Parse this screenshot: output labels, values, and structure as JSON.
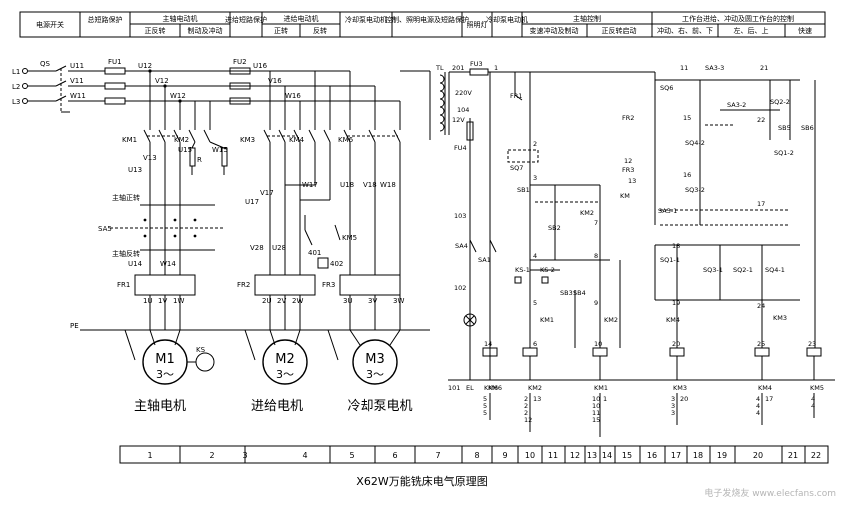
{
  "header_cells": [
    "电源开关",
    "总短路保护",
    "主轴电动机",
    "进给短路保护",
    "进给电动机",
    "冷却泵电动机",
    "控制、照明电源及短路保护",
    "照明灯",
    "冷却泵电动机",
    "主轴控制",
    "工作台进给、冲动及圆工作台的控制"
  ],
  "header_sub": [
    "正反转",
    "制动及冲动",
    "正转",
    "反转",
    "变速冲动及制动",
    "正反转启动",
    "冲动、右、前、下",
    "左、后、上",
    "快速"
  ],
  "lines": [
    "L1",
    "L2",
    "L3"
  ],
  "wire_labels": [
    "QS",
    "U11",
    "V11",
    "W11",
    "FU1",
    "U12",
    "V12",
    "W12",
    "FU2",
    "U16",
    "V16",
    "W16",
    "KM1",
    "KM2",
    "U13",
    "V13",
    "U15",
    "W15",
    "R",
    "KM3",
    "KM4",
    "KM6",
    "V17",
    "W17",
    "U17",
    "U18",
    "V18",
    "W18",
    "401",
    "402",
    "KM5",
    "主轴正转",
    "主轴反转",
    "SA5",
    "U14",
    "W14",
    "FR1",
    "1U",
    "1V",
    "1W",
    "FR2",
    "2U",
    "2V",
    "2W",
    "FR3",
    "3U",
    "3V",
    "3W",
    "V28",
    "U28",
    "PE",
    "KS"
  ],
  "motors": [
    {
      "id": "M1",
      "phase": "3～",
      "label": "主轴电机"
    },
    {
      "id": "M2",
      "phase": "3～",
      "label": "进给电机"
    },
    {
      "id": "M3",
      "phase": "3～",
      "label": "冷却泵电机"
    }
  ],
  "control_labels": [
    "TL",
    "201",
    "FU3",
    "1",
    "220V",
    "104",
    "12V",
    "FU4",
    "103",
    "102",
    "101",
    "EL",
    "SA4",
    "SA1",
    "FR1",
    "2",
    "SQ7",
    "3",
    "SB1",
    "SB2",
    "KM2",
    "7",
    "4",
    "KS-1",
    "KS-2",
    "5",
    "6",
    "SB3",
    "SB4",
    "8",
    "9",
    "KM1",
    "KM2",
    "10",
    "14",
    "FR2",
    "FR3",
    "12",
    "13",
    "11",
    "SA3-3",
    "21",
    "SQ6",
    "SA3-2",
    "SQ2-2",
    "15",
    "SQ4-2",
    "16",
    "SQ3-2",
    "22",
    "SB5",
    "SB6",
    "SQ1-2",
    "17",
    "SA3-1",
    "18",
    "SQ1-1",
    "SQ3-1",
    "SQ2-1",
    "SQ4-1",
    "19",
    "24",
    "KM4",
    "KM3",
    "20",
    "25",
    "23",
    "KM",
    "KM6",
    "KM5"
  ],
  "coils": [
    "KM6",
    "KM2",
    "KM1",
    "KM3",
    "KM4",
    "KM5"
  ],
  "contact_refs": [
    [
      "5",
      "5",
      "5"
    ],
    [
      "2",
      "2",
      "2",
      "12",
      "13"
    ],
    [
      "10",
      "10",
      "11",
      "15",
      "1"
    ],
    [
      "3",
      "3",
      "3",
      "20"
    ],
    [
      "4",
      "4",
      "4",
      "17"
    ],
    [
      "4",
      "4"
    ]
  ],
  "footer_cells": [
    "1",
    "2",
    "3",
    "4",
    "5",
    "6",
    "7",
    "8",
    "9",
    "10",
    "11",
    "12",
    "13",
    "14",
    "15",
    "16",
    "17",
    "18",
    "19",
    "20",
    "21",
    "22"
  ],
  "caption": "X62W万能铣床电气原理图",
  "watermark": "电子发烧友  www.elecfans.com"
}
